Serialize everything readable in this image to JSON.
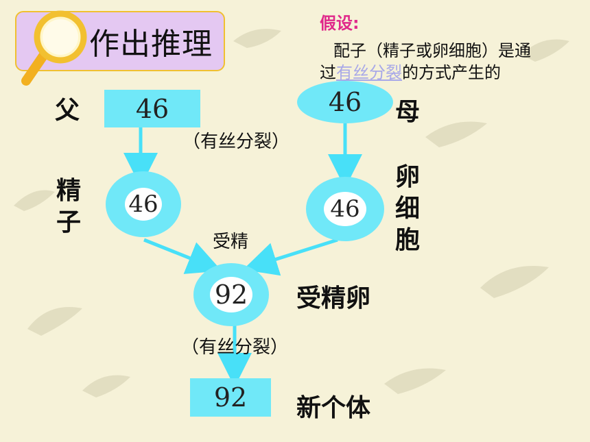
{
  "title": "作出推理",
  "hypothesis": {
    "label": "假设:",
    "line1": "配子（精子或卵细胞）是通",
    "line2_prefix": "过",
    "line2_link": "有丝分裂",
    "line2_suffix": "的方式产生的"
  },
  "nodes": {
    "father": {
      "label": "父",
      "value": "46"
    },
    "mother": {
      "label": "母",
      "value": "46"
    },
    "sperm": {
      "label_chars": [
        "精",
        "子"
      ],
      "value": "46"
    },
    "egg": {
      "label_chars": [
        "卵",
        "细",
        "胞"
      ],
      "value": "46"
    },
    "zygote": {
      "label": "受精卵",
      "value": "92"
    },
    "individual": {
      "label": "新个体",
      "value": "92"
    }
  },
  "notes": {
    "mitosis_top": "（有丝分裂）",
    "fertilization": "受精",
    "mitosis_bottom": "（有丝分裂）"
  },
  "colors": {
    "node_fill": "#70e8f8",
    "node_inner": "#ffffff",
    "arrow": "#48e0f8",
    "title_bg": "#e4c8f2",
    "title_border": "#f0c030",
    "hypothesis_label": "#e0288a",
    "link": "#a8a8e8"
  },
  "icon": "magnifying-glass-icon"
}
